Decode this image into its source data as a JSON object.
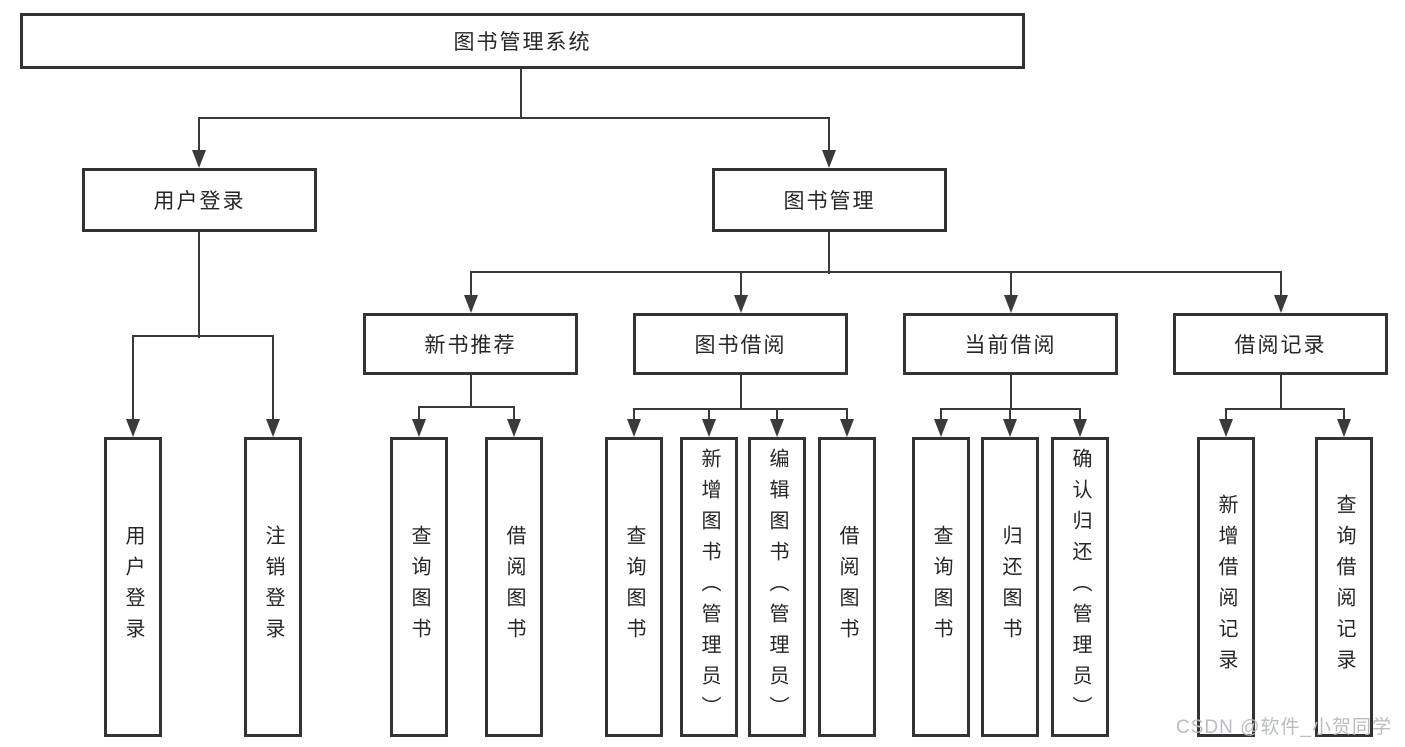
{
  "tree": {
    "label": "图书管理系统",
    "children": [
      {
        "label": "用户登录",
        "children": [
          {
            "label": "用户登录"
          },
          {
            "label": "注销登录"
          }
        ]
      },
      {
        "label": "图书管理",
        "children": [
          {
            "label": "新书推荐",
            "children": [
              {
                "label": "查询图书"
              },
              {
                "label": "借阅图书"
              }
            ]
          },
          {
            "label": "图书借阅",
            "children": [
              {
                "label": "查询图书"
              },
              {
                "label": "新增图书（管理员）"
              },
              {
                "label": "编辑图书（管理员）"
              },
              {
                "label": "借阅图书"
              }
            ]
          },
          {
            "label": "当前借阅",
            "children": [
              {
                "label": "查询图书"
              },
              {
                "label": "归还图书"
              },
              {
                "label": "确认归还（管理员）"
              }
            ]
          },
          {
            "label": "借阅记录",
            "children": [
              {
                "label": "新增借阅记录"
              },
              {
                "label": "查询借阅记录"
              }
            ]
          }
        ]
      }
    ]
  },
  "watermark": "CSDN @软件_小贺同学",
  "colors": {
    "line": "#3a3a3a",
    "box_border": "#333333",
    "text": "#262626",
    "watermark": "#b9bdc2",
    "background": "#ffffff"
  }
}
